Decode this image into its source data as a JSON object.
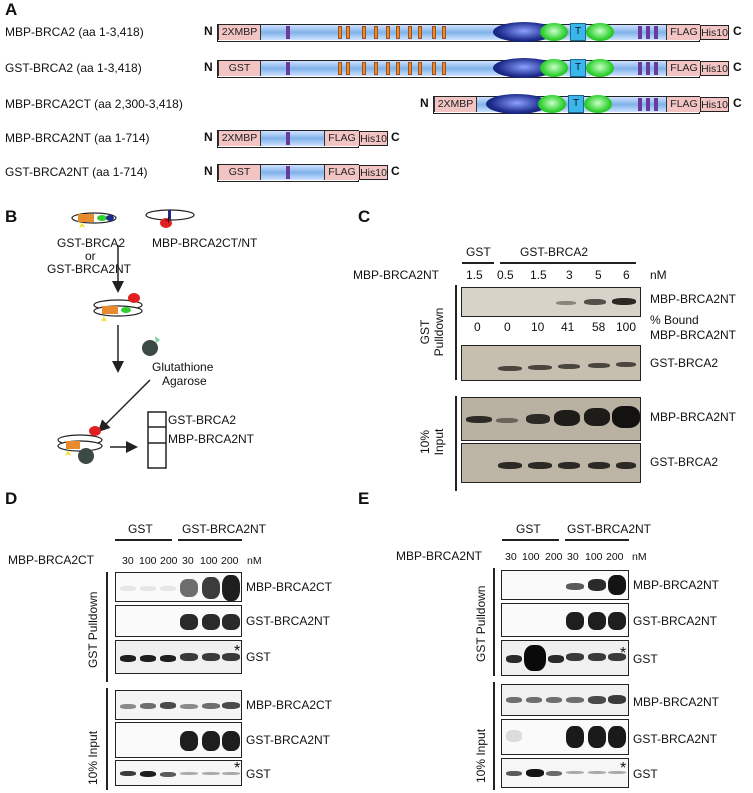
{
  "panels": {
    "A": "A",
    "B": "B",
    "C": "C",
    "D": "D",
    "E": "E"
  },
  "panelA": {
    "constructs": [
      {
        "name": "MBP-BRCA2 (aa 1-3,418)",
        "n": "N",
        "c": "C",
        "tag": "2XMBP"
      },
      {
        "name": "GST-BRCA2 (aa 1-3,418)",
        "n": "N",
        "c": "C",
        "tag": "GST"
      },
      {
        "name": "MBP-BRCA2CT (aa 2,300-3,418)",
        "n": "N",
        "c": "C",
        "tag": "2XMBP"
      },
      {
        "name": "MBP-BRCA2NT (aa 1-714)",
        "n": "N",
        "c": "C",
        "tag": "2XMBP"
      },
      {
        "name": "GST-BRCA2NT (aa 1-714)",
        "n": "N",
        "c": "C",
        "tag": "GST"
      }
    ],
    "flag": "FLAG",
    "his": "His10",
    "t": "T"
  },
  "panelB": {
    "left_label_1": "GST-BRCA2",
    "or": "or",
    "left_label_2": "GST-BRCA2NT",
    "plus": "+",
    "right_label": "MBP-BRCA2CT/NT",
    "reagent_1": "Glutathione",
    "reagent_2": "Agarose",
    "gel_band_1": "GST-BRCA2",
    "gel_band_2": "MBP-BRCA2NT"
  },
  "panelC": {
    "group_gst": "GST",
    "group_gstbrca2": "GST-BRCA2",
    "row_label": "MBP-BRCA2NT",
    "concentrations": [
      "1.5",
      "0.5",
      "1.5",
      "3",
      "5",
      "6"
    ],
    "unit": "nM",
    "pulldown_label_1": "GST",
    "pulldown_label_2": "Pulldown",
    "input_label_1": "10%",
    "input_label_2": "Input",
    "blot1": "MBP-BRCA2NT",
    "bound_label_1": "% Bound",
    "bound_label_2": "MBP-BRCA2NT",
    "bound_values": [
      "0",
      "0",
      "10",
      "41",
      "58",
      "100"
    ],
    "blot2": "GST-BRCA2",
    "blot3": "MBP-BRCA2NT",
    "blot4": "GST-BRCA2"
  },
  "panelD": {
    "group_gst": "GST",
    "group_nt": "GST-BRCA2NT",
    "row_label": "MBP-BRCA2CT",
    "concentrations": [
      "30",
      "100",
      "200",
      "30",
      "100",
      "200"
    ],
    "unit": "nM",
    "pulldown_label": "GST Pulldown",
    "input_label": "10% Input",
    "blots": [
      "MBP-BRCA2CT",
      "GST-BRCA2NT",
      "GST",
      "MBP-BRCA2CT",
      "GST-BRCA2NT",
      "GST"
    ],
    "asterisk": "*"
  },
  "panelE": {
    "group_gst": "GST",
    "group_nt": "GST-BRCA2NT",
    "row_label": "MBP-BRCA2NT",
    "concentrations": [
      "30",
      "100",
      "200",
      "30",
      "100",
      "200"
    ],
    "unit": "nM",
    "pulldown_label": "GST Pulldown",
    "input_label": "10% Input",
    "blots": [
      "MBP-BRCA2NT",
      "GST-BRCA2NT",
      "GST",
      "MBP-BRCA2NT",
      "GST-BRCA2NT",
      "GST"
    ],
    "asterisk": "*"
  }
}
